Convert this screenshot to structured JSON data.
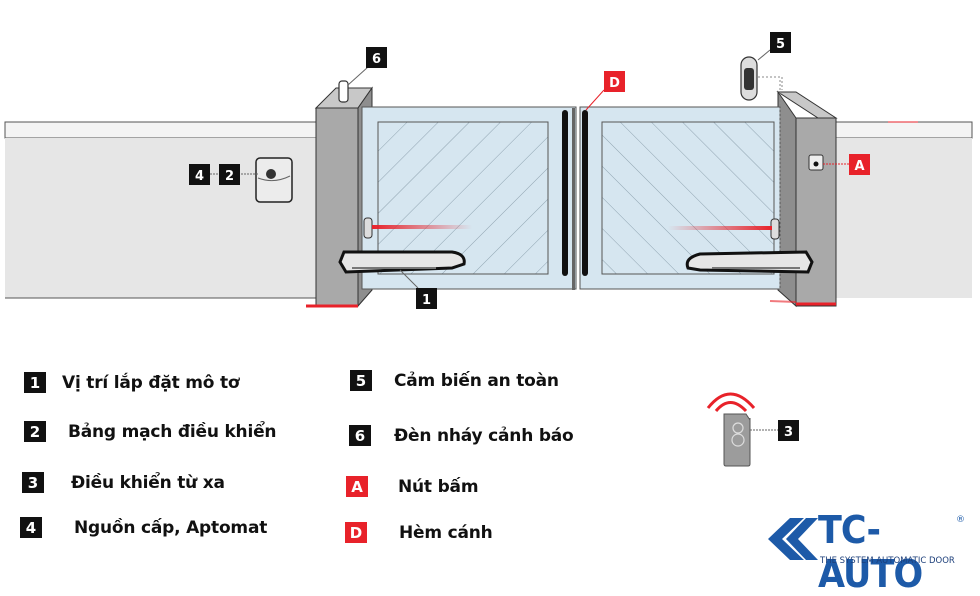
{
  "diagram": {
    "title": "Automatic swing gate installation diagram",
    "colors": {
      "marker_dark": "#111111",
      "marker_red": "#e8222a",
      "gate_fill": "#d6e6f0",
      "pillar": "#a9a9a9",
      "wall": "#e6e6e6",
      "beam": "#e8222a",
      "brand": "#1d5aa8"
    },
    "scene_markers": [
      {
        "id": "6",
        "label": "6",
        "target": "warning-light"
      },
      {
        "id": "5",
        "label": "5",
        "target": "safety-sensor"
      },
      {
        "id": "D",
        "label": "D",
        "target": "gate-edge"
      },
      {
        "id": "A",
        "label": "A",
        "target": "push-button"
      },
      {
        "id": "4",
        "label": "4",
        "target": "control-box"
      },
      {
        "id": "2",
        "label": "2",
        "target": "control-box"
      },
      {
        "id": "1",
        "label": "1",
        "target": "motor-arm"
      },
      {
        "id": "3",
        "label": "3",
        "target": "remote-control"
      }
    ],
    "remote_icon": "remote-control-icon"
  },
  "legend": [
    {
      "badge": "1",
      "style": "dark",
      "label": "Vị trí lắp đặt mô tơ"
    },
    {
      "badge": "2",
      "style": "dark",
      "label": "Bảng mạch điều khiển"
    },
    {
      "badge": "3",
      "style": "dark",
      "label": "Điều khiển từ xa"
    },
    {
      "badge": "4",
      "style": "dark",
      "label": "Nguồn cấp, Aptomat"
    },
    {
      "badge": "5",
      "style": "dark",
      "label": "Cảm biến an toàn"
    },
    {
      "badge": "6",
      "style": "dark",
      "label": "Đèn nháy cảnh báo"
    },
    {
      "badge": "A",
      "style": "red",
      "label": "Nút bấm"
    },
    {
      "badge": "D",
      "style": "red",
      "label": "Hèm cánh"
    }
  ],
  "logo": {
    "name": "TC-AUTO",
    "tagline": "THE SYSTEM AUTOMATIC DOOR",
    "reg_mark": "®"
  }
}
